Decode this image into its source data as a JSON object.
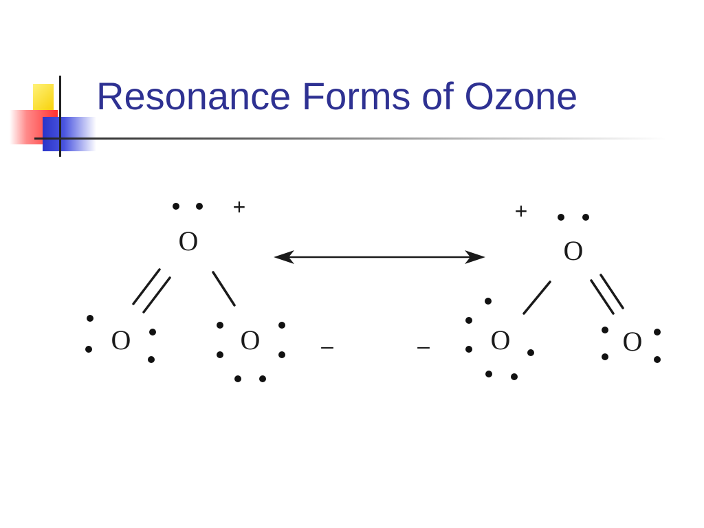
{
  "slide": {
    "title": "Resonance Forms of Ozone"
  },
  "diagram": {
    "atom_symbol": "O",
    "plus": "+",
    "minus": "–",
    "left_structure": {
      "central": "O",
      "left_terminal": "O",
      "right_terminal": "O",
      "charge_central": "+",
      "charge_right": "–"
    },
    "right_structure": {
      "central": "O",
      "left_terminal": "O",
      "right_terminal": "O",
      "charge_central": "+",
      "charge_left": "–"
    },
    "relation": "resonance-arrow",
    "colors": {
      "title": "#2e3192",
      "ink": "#1a1a1a"
    }
  }
}
